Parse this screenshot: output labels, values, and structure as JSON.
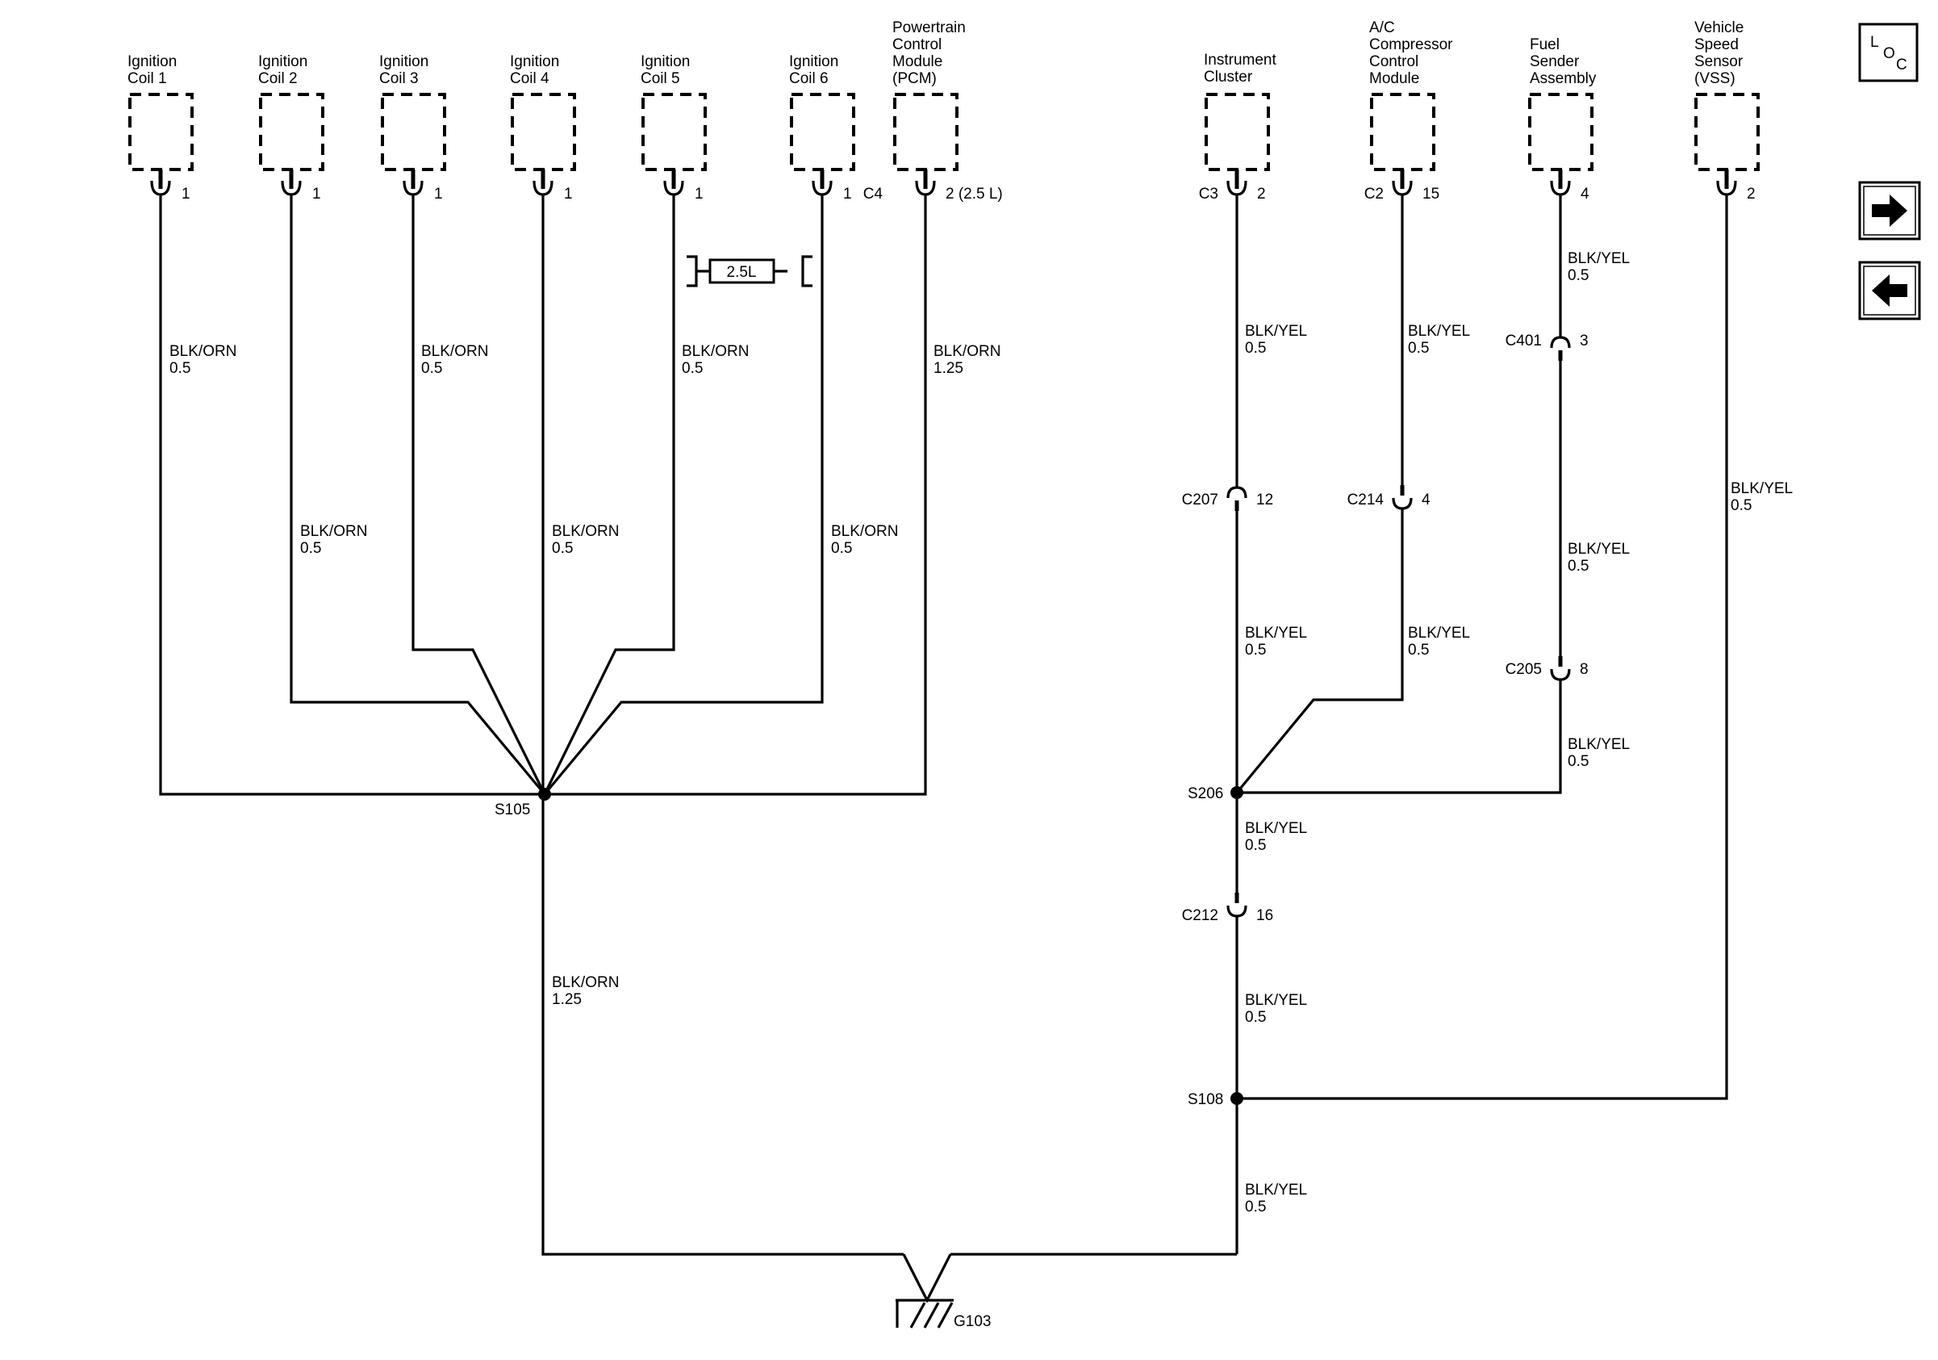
{
  "components": [
    {
      "id": "coil1",
      "lines": [
        "Ignition",
        "Coil 1"
      ]
    },
    {
      "id": "coil2",
      "lines": [
        "Ignition",
        "Coil 2"
      ]
    },
    {
      "id": "coil3",
      "lines": [
        "Ignition",
        "Coil 3"
      ]
    },
    {
      "id": "coil4",
      "lines": [
        "Ignition",
        "Coil 4"
      ]
    },
    {
      "id": "coil5",
      "lines": [
        "Ignition",
        "Coil 5"
      ]
    },
    {
      "id": "coil6",
      "lines": [
        "Ignition",
        "Coil 6"
      ]
    },
    {
      "id": "pcm",
      "lines": [
        "Powertrain",
        "Control",
        "Module",
        "(PCM)"
      ]
    },
    {
      "id": "ipc",
      "lines": [
        "Instrument",
        "Cluster"
      ]
    },
    {
      "id": "acm",
      "lines": [
        "A/C",
        "Compressor",
        "Control",
        "Module"
      ]
    },
    {
      "id": "fuel",
      "lines": [
        "Fuel",
        "Sender",
        "Assembly"
      ]
    },
    {
      "id": "vss",
      "lines": [
        "Vehicle",
        "Speed",
        "Sensor",
        "(VSS)"
      ]
    }
  ],
  "pins": {
    "coil1": "1",
    "coil2": "1",
    "coil3": "1",
    "coil4": "1",
    "coil5": "1",
    "coil6": "1",
    "pcm": "2 (2.5 L)",
    "pcm_conn": "C4",
    "ipc": "2",
    "ipc_conn": "C3",
    "acm": "15",
    "acm_conn": "C2",
    "fuel": "4",
    "vss": "2"
  },
  "option_tag": "2.5L",
  "wires": {
    "orn": "BLK/ORN",
    "yel": "BLK/YEL",
    "g05": "0.5",
    "g125": "1.25"
  },
  "inline_connectors": {
    "c207": {
      "name": "C207",
      "pin": "12"
    },
    "c214": {
      "name": "C214",
      "pin": "4"
    },
    "c401": {
      "name": "C401",
      "pin": "3"
    },
    "c205": {
      "name": "C205",
      "pin": "8"
    },
    "c212": {
      "name": "C212",
      "pin": "16"
    }
  },
  "splices": {
    "s105": "S105",
    "s206": "S206",
    "s108": "S108"
  },
  "ground": "G103",
  "nav": {
    "loc": [
      "L",
      "O",
      "C"
    ],
    "next_icon": "arrow-right-icon",
    "prev_icon": "arrow-left-icon"
  }
}
